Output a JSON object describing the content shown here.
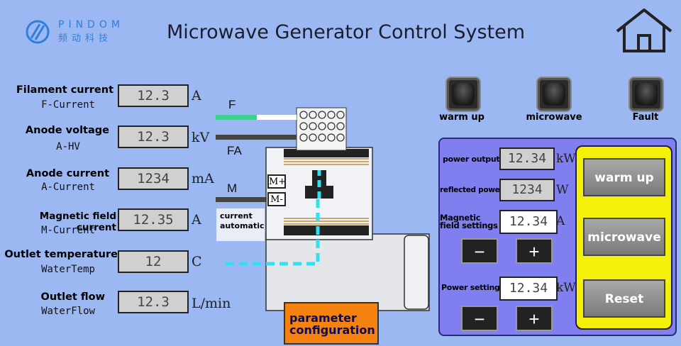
{
  "brand": {
    "name_en": "PINDOM",
    "name_cn": "频动科技"
  },
  "title": "Microwave Generator Control System",
  "readouts": [
    {
      "label": "Filament current",
      "sub": "F-Current",
      "value": "12.3",
      "unit": "A"
    },
    {
      "label": "Anode voltage",
      "sub": "A-HV",
      "value": "12.3",
      "unit": "kV"
    },
    {
      "label": "Anode current",
      "sub": "A-Current",
      "value": "1234",
      "unit": "mA"
    },
    {
      "label": "Magnetic field current",
      "sub": "M-Current",
      "value": "12.35",
      "unit": "A"
    },
    {
      "label": "Outlet temperature",
      "sub": "WaterTemp",
      "value": "12",
      "unit": "C"
    },
    {
      "label": "Outlet flow",
      "sub": "WaterFlow",
      "value": "12.3",
      "unit": "L/min"
    }
  ],
  "diagram": {
    "f_label": "F",
    "fa_label": "FA",
    "m_label": "M",
    "m_plus": "M+",
    "m_minus": "M-",
    "current_mode": "current automatic"
  },
  "parameter_button": "parameter configuration",
  "lamps": [
    {
      "label": "warm up"
    },
    {
      "label": "microwave"
    },
    {
      "label": "Fault"
    }
  ],
  "panel": {
    "power_output": {
      "label": "power output",
      "value": "12.34",
      "unit": "kW"
    },
    "reflected_power": {
      "label": "reflected power",
      "value": "1234",
      "unit": "W"
    },
    "magnetic_field": {
      "label": "Magnetic field settings",
      "value": "12.34",
      "unit": "A"
    },
    "power_settings": {
      "label": "Power settings",
      "value": "12.34",
      "unit": "kW"
    },
    "minus": "−",
    "plus": "+"
  },
  "actions": {
    "warm_up": "warm up",
    "microwave": "microwave",
    "reset": "Reset"
  },
  "colors": {
    "background": "#9cb8f2",
    "panel": "#7f7ff0",
    "actions_panel": "#f5f00a",
    "param_button": "#f5820f",
    "water_flow": "#2fe0f0",
    "filament": "#3fcf8e"
  }
}
